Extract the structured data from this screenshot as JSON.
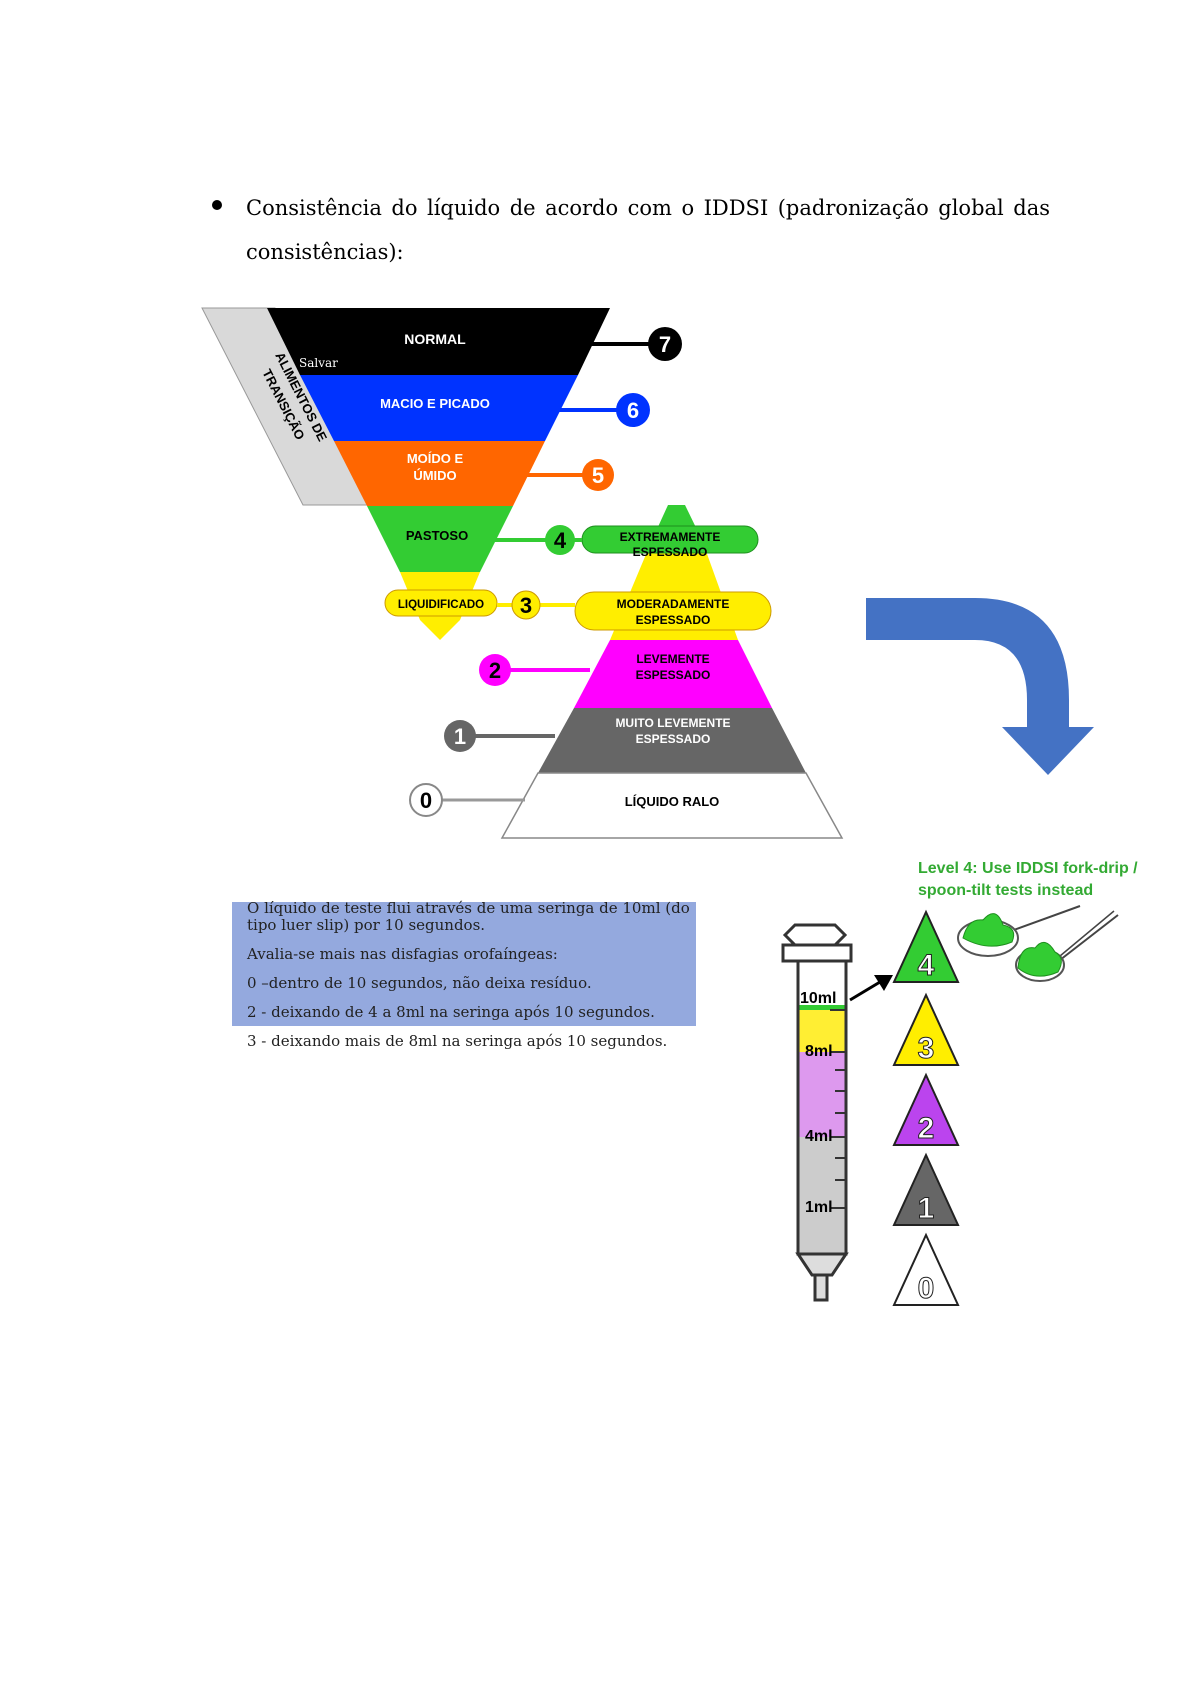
{
  "bullet": {
    "text": "Consistência do líquido de acordo com o IDDSI (padronização global das consistências):"
  },
  "pyramid": {
    "transition_label_line1": "ALIMENTOS DE",
    "transition_label_line2": "TRANSIÇÃO",
    "watermark": "Salvar",
    "food_levels": [
      {
        "number": "7",
        "label": "NORMAL",
        "color": "#000000"
      },
      {
        "number": "6",
        "label": "MACIO E PICADO",
        "color": "#0033ff"
      },
      {
        "number": "5",
        "label_line1": "MOÍDO E",
        "label_line2": "ÚMIDO",
        "color": "#ff6600"
      },
      {
        "number": "4",
        "label": "PASTOSO",
        "color": "#33cc33"
      },
      {
        "number": "3",
        "label": "LIQUIDIFICADO",
        "color": "#ffee00"
      }
    ],
    "drink_levels": [
      {
        "number": "4",
        "label_line1": "EXTREMAMENTE",
        "label_line2": "ESPESSADO",
        "color": "#33cc33"
      },
      {
        "number": "3",
        "label_line1": "MODERADAMENTE",
        "label_line2": "ESPESSADO",
        "color": "#ffee00"
      },
      {
        "number": "2",
        "label_line1": "LEVEMENTE",
        "label_line2": "ESPESSADO",
        "color": "#ff00ff"
      },
      {
        "number": "1",
        "label_line1": "MUITO LEVEMENTE",
        "label_line2": "ESPESSADO",
        "color": "#666666"
      },
      {
        "number": "0",
        "label": "LÍQUIDO RALO",
        "color": "#ffffff"
      }
    ]
  },
  "flow_test": {
    "paragraphs": [
      "O líquido de teste flui através de uma seringa de 10ml (do tipo luer slip) por 10 segundos.",
      "Avalia-se mais nas disfagias orofaíngeas:",
      "0 –dentro de 10 segundos, não deixa resíduo.",
      "2 - deixando de 4 a 8ml na seringa após 10 segundos.",
      "3 - deixando mais de 8ml na seringa após 10 segundos."
    ]
  },
  "syringe": {
    "note_line1": "Level 4: Use IDDSI fork-drip /",
    "note_line2": "spoon-tilt tests instead",
    "marks": [
      "10ml",
      "8ml",
      "4ml",
      "1ml"
    ],
    "levels": [
      "4",
      "3",
      "2",
      "1",
      "0"
    ],
    "note_color": "#33aa33"
  }
}
